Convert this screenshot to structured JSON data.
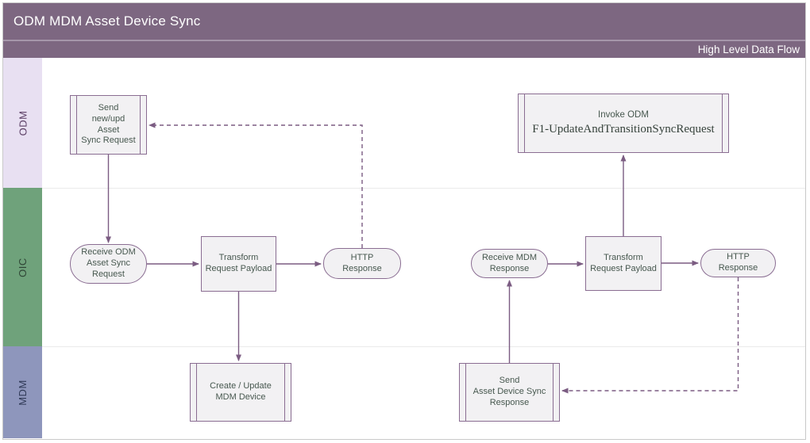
{
  "header": {
    "title": "ODM MDM Asset Device Sync",
    "subtitle": "High Level Data Flow"
  },
  "lanes": [
    {
      "label": "ODM"
    },
    {
      "label": "OIC"
    },
    {
      "label": "MDM"
    }
  ],
  "nodes": {
    "send_request": "Send\nnew/upd\nAsset\nSync Request",
    "invoke_odm_line1": "Invoke ODM",
    "invoke_odm_line2": "F1-UpdateAndTransitionSyncRequest",
    "receive_odm": "Receive ODM\nAsset Sync\nRequest",
    "transform_left": "Transform\nRequest Payload",
    "http_response_left": "HTTP\nResponse",
    "receive_mdm": "Receive MDM\nResponse",
    "transform_right": "Transform\nRequest Payload",
    "http_response_right": "HTTP\nResponse",
    "create_update": "Create / Update\nMDM Device",
    "send_response": "Send\nAsset Device Sync\nResponse"
  },
  "colors": {
    "header_bg": "#7d6781",
    "header_text": "#ffffff",
    "lane_odm": "#e8e0f2",
    "lane_oic": "#6fa27b",
    "lane_mdm": "#8e96bc",
    "shape_fill": "#f2f1f3",
    "shape_border": "#8a6d92",
    "shape_text": "#47584f",
    "connector": "#7b5c82"
  }
}
